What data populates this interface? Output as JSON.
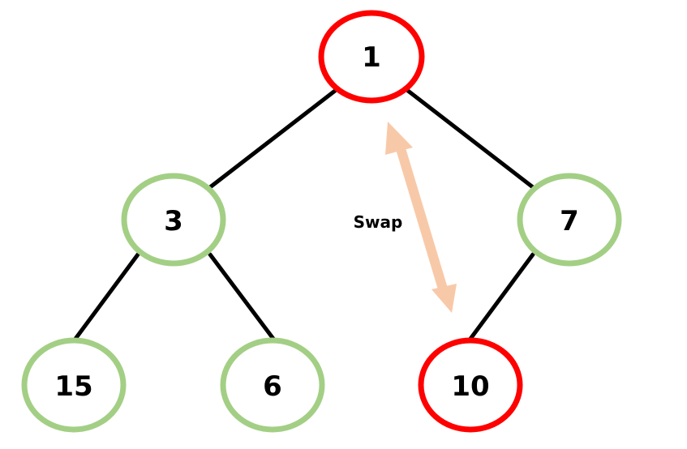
{
  "diagram": {
    "colors": {
      "background": "#ffffff",
      "edge": "#000000",
      "highlight": "#ff0000",
      "normal": "#a3cf85",
      "arrow": "#f8c9a8"
    },
    "nodes": [
      {
        "id": "n1",
        "label": "1",
        "state": "highlight"
      },
      {
        "id": "n3",
        "label": "3",
        "state": "normal"
      },
      {
        "id": "n7",
        "label": "7",
        "state": "normal"
      },
      {
        "id": "n15",
        "label": "15",
        "state": "normal"
      },
      {
        "id": "n6",
        "label": "6",
        "state": "normal"
      },
      {
        "id": "n10",
        "label": "10",
        "state": "highlight"
      }
    ],
    "edges": [
      {
        "from": "n1",
        "to": "n3"
      },
      {
        "from": "n1",
        "to": "n7"
      },
      {
        "from": "n3",
        "to": "n15"
      },
      {
        "from": "n3",
        "to": "n6"
      },
      {
        "from": "n7",
        "to": "n10"
      }
    ],
    "swap": {
      "label": "Swap",
      "from": "n1",
      "to": "n10"
    }
  }
}
